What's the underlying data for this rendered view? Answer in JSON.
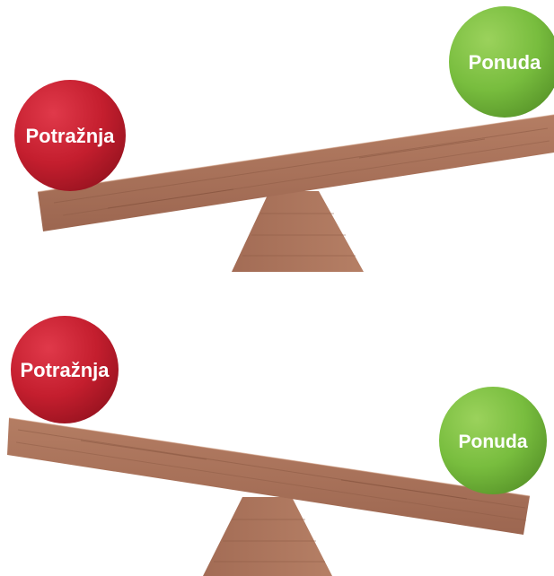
{
  "scenes": {
    "top": {
      "demand_label": "Potražnja",
      "supply_label": "Ponuda"
    },
    "bottom": {
      "demand_label": "Potražnja",
      "supply_label": "Ponuda"
    }
  },
  "colors": {
    "demand": "#c8202f",
    "supply": "#7cc142",
    "wood": "#a8725a",
    "wood_dark": "#8c5a44",
    "label_text": "#ffffff"
  }
}
